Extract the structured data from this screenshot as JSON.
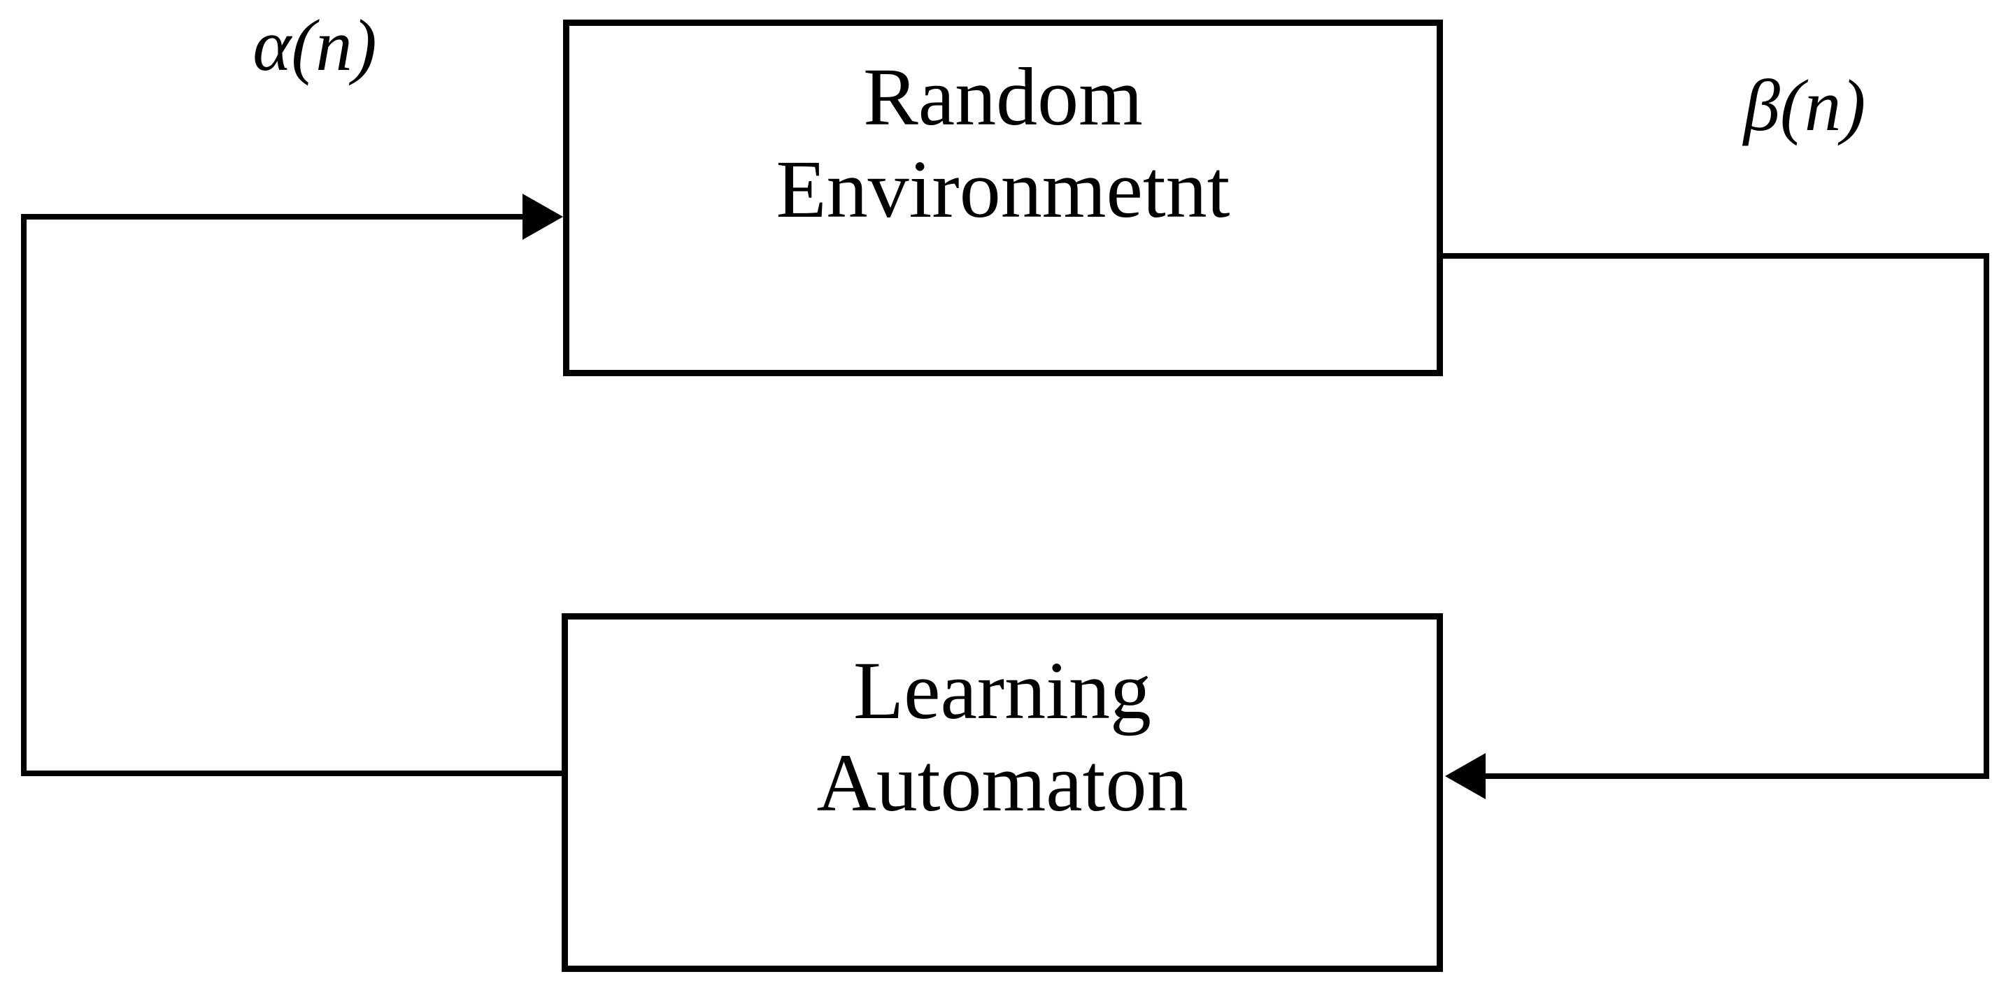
{
  "figure": {
    "background_color": "#ffffff",
    "ink_color": "#000000",
    "nodes": {
      "environment": {
        "line1": "Random",
        "line2": "Environmetnt"
      },
      "automaton": {
        "line1": "Learning",
        "line2": "Automaton"
      }
    },
    "edge_labels": {
      "action": "α(n)",
      "response": "β(n)"
    },
    "edges": [
      {
        "from": "automaton",
        "to": "environment",
        "label": "α(n)",
        "path": "left feedback loop, arrow into left side of Random Environmetnt box"
      },
      {
        "from": "environment",
        "to": "automaton",
        "label": "β(n)",
        "path": "right feedback loop, arrow into right side of Learning Automaton box"
      }
    ]
  }
}
